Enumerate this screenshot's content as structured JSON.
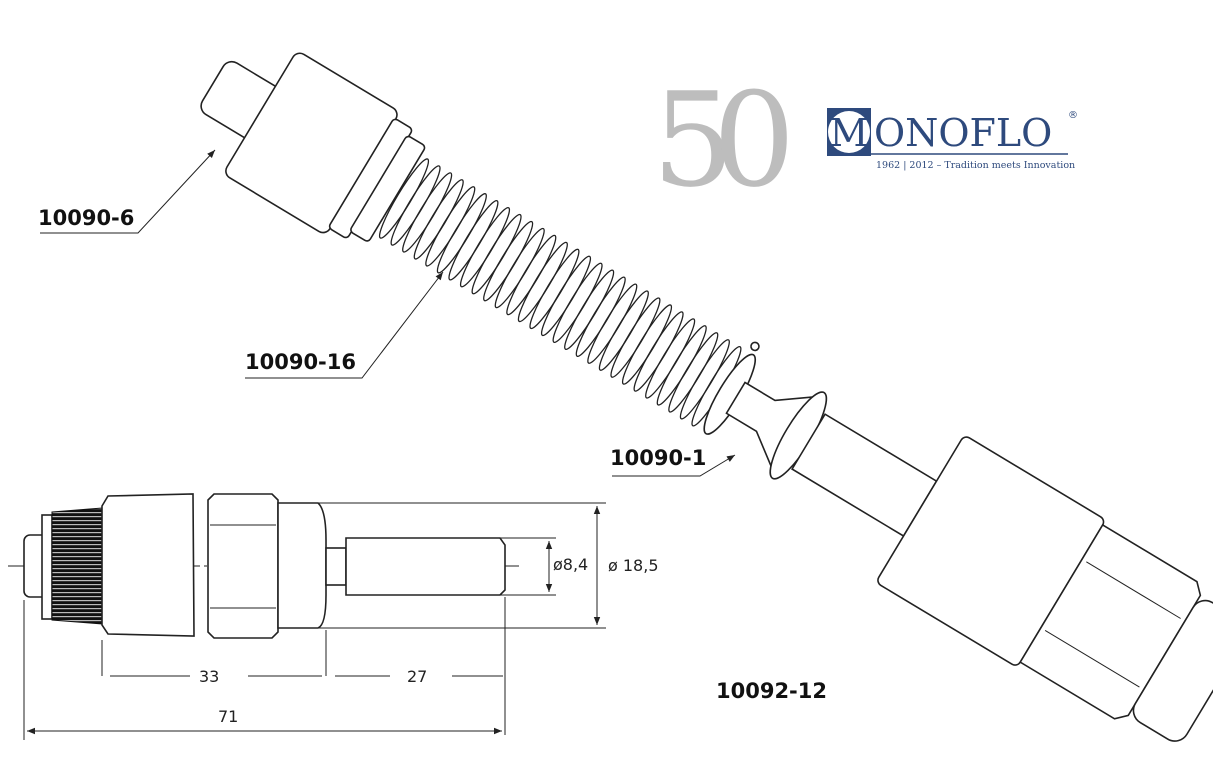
{
  "logo": {
    "anniversary": "50",
    "brand_initial": "M",
    "brand_rest": "ONOFLO",
    "registered": "®",
    "tagline": "1962 | 2012 – Tradition meets Innovation",
    "colors": {
      "brand": "#2e4a7d",
      "anniversary": "#bdbdbd"
    }
  },
  "parts": {
    "cap": "10090-6",
    "spring": "10090-16",
    "ring": "10090-1",
    "body": "10092-12"
  },
  "dimensions": {
    "inner_diameter": "ø8,4",
    "outer_diameter": "ø 18,5",
    "body_length": "33",
    "stem_length": "27",
    "total_length": "71"
  }
}
